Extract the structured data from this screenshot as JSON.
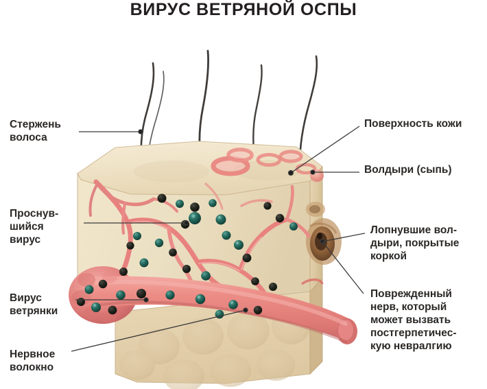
{
  "title": "ВИРУС ВЕТРЯНОЙ ОСПЫ",
  "labels": {
    "hair_shaft": "Стержень\nволоса",
    "awakened_virus": "Проснув-\nшийся\nвирус",
    "chickenpox_virus": "Вирус\nветрянки",
    "nerve_fiber": "Нервное\nволокно",
    "skin_surface": "Поверхность кожи",
    "blisters": "Волдыри (сыпь)",
    "crusted_blisters": "Лопнувшие вол-\nдыри, покрытые\nкоркой",
    "damaged_nerve": "Поврежденный\nнерв, который\nможет вызвать\nпостгерпетичес-\nкую невралгию"
  },
  "colors": {
    "background": "#ffffff",
    "text": "#2b2826",
    "title": "#231f20",
    "leader_line": "#3a3a3a",
    "skin_top": "#efe3c8",
    "skin_front": "#e8d8b6",
    "skin_right": "#ddc9a4",
    "fat_layer": "#e5d2ae",
    "fat_lobule": "#d4bb93",
    "nerve_pink": "#e8827f",
    "nerve_pink_light": "#f0a6a0",
    "nerve_pink_dark": "#cf6a68",
    "blister_pink": "#e8837e",
    "blister_fill": "#f3b3ab",
    "virus_particle": "#1d5c52",
    "virus_highlight": "#4d9487",
    "hair": "#2f2b28",
    "crust_brown": "#9a6b43",
    "crust_dark": "#5d3b23"
  },
  "illustration": {
    "type": "skin-cross-section-block",
    "hair_shaft_count": 4,
    "blister_count": 5,
    "virus_particle_count": 34,
    "crusted_lesion_count": 1,
    "nerve_fiber_label": "large horizontal nerve trunk crossing lower block"
  }
}
